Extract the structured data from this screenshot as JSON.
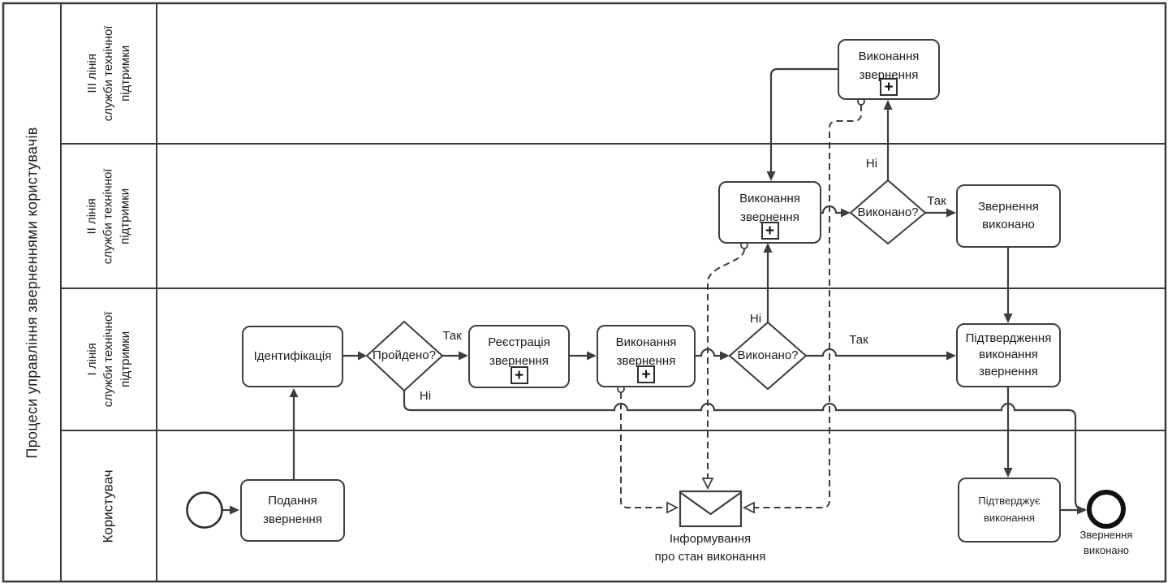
{
  "pool_title": "Процеси управління зверненнями користувачів",
  "lanes": [
    {
      "label": "III лінія\nслужби технічної\nпідтримки"
    },
    {
      "label": "II лінія\nслужби технічної\nпідтримки"
    },
    {
      "label": "I лінія\nслужби технічної\nпідтримки"
    },
    {
      "label": "Користувач"
    }
  ],
  "tasks": {
    "podannia": "Подання\nзвернення",
    "identyfikatsiia": "Ідентифікація",
    "reiestratsiia": "Реєстрація\nзвернення",
    "vykonannia1": "Виконання\nзвернення",
    "vykonannia2": "Виконання\nзвернення",
    "vykonannia3": "Виконання\nзвернення",
    "zvernennia_vykonano": "Звернення\nвиконано",
    "pidtverdzhennia": "Підтвердження\nвиконання\nзвернення",
    "pidtverdzhuie": "Підтверджує\nвиконання"
  },
  "gateways": {
    "proideno": "Пройдено?",
    "vykonano1": "Виконано?",
    "vykonano2": "Виконано?"
  },
  "flow_labels": {
    "proideno_tak": "Так",
    "proideno_ni": "Ні",
    "vykonano1_ni": "Ні",
    "vykonano1_tak": "Так",
    "vykonano2_ni": "Ні",
    "vykonano2_tak": "Так"
  },
  "events": {
    "end_label": "Звернення\nвиконано"
  },
  "message_label": "Інформування\nпро стан виконання",
  "marker_plus": "+",
  "colors": {
    "stroke": "#3d3d3d",
    "background": "#ffffff"
  }
}
